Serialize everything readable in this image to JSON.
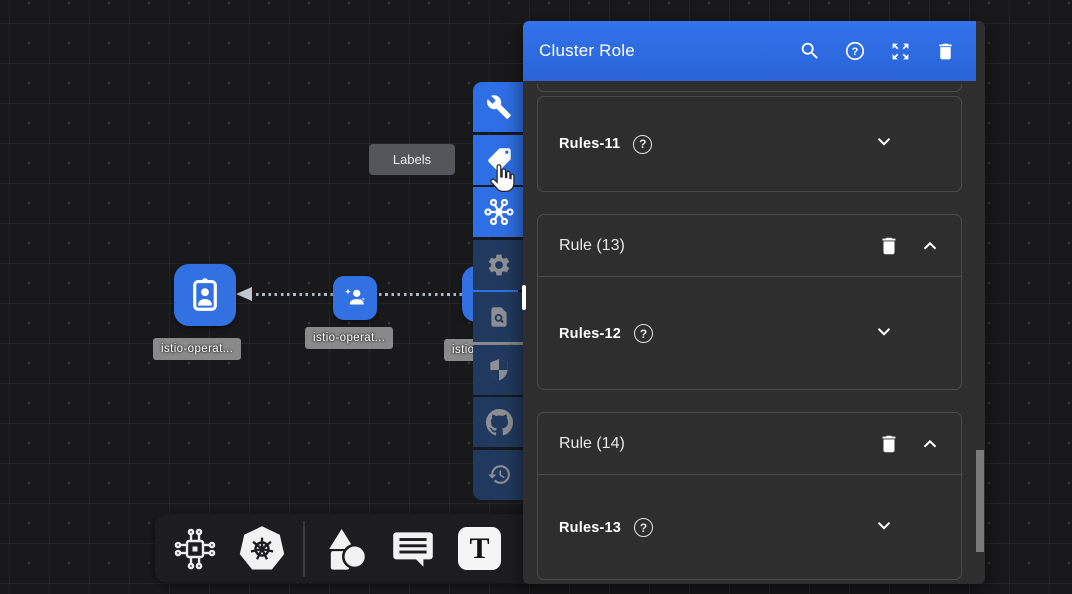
{
  "colors": {
    "accent_blue": "#2e6fe6",
    "inactive_navy": "#22395f",
    "panel_bg": "#2e2e2e",
    "canvas_bg": "#19191b",
    "node_blue": "#3171e2"
  },
  "canvas": {
    "tooltip_label": "Labels",
    "nodes": [
      {
        "icon": "id-badge-icon",
        "label": "istio-operat..."
      },
      {
        "icon": "user-sparkle-icon",
        "label": "istio-operat..."
      },
      {
        "icon": "hidden-behind-toolbar",
        "label": "istio-operat..."
      }
    ]
  },
  "left_toolbar": {
    "items": [
      {
        "icon": "wrench-icon",
        "active": true
      },
      {
        "icon": "labels-tag-icon",
        "active": true
      },
      {
        "icon": "mesh-hub-icon",
        "active": true
      },
      {
        "icon": "settings-gear-icon",
        "active": false
      },
      {
        "icon": "doc-search-icon",
        "active": false
      },
      {
        "icon": "shield-icon",
        "active": false
      },
      {
        "icon": "github-icon",
        "active": false
      },
      {
        "icon": "history-icon",
        "active": false
      }
    ]
  },
  "panel": {
    "title": "Cluster Role",
    "header_icons": [
      "search-icon",
      "help-icon",
      "expand-icon",
      "delete-icon"
    ],
    "help_glyph": "?",
    "cards": [
      {
        "kind": "rules",
        "label": "Rules-11"
      },
      {
        "kind": "rule-group",
        "title": "Rule (13)",
        "label": "Rules-12"
      },
      {
        "kind": "rule-group",
        "title": "Rule (14)",
        "label": "Rules-13"
      }
    ]
  },
  "bottom_toolbar": {
    "items": [
      "network-icon",
      "kubernetes-icon",
      "shapes-icon",
      "comment-icon",
      "text-tool-icon"
    ],
    "text_tool_glyph": "T"
  }
}
